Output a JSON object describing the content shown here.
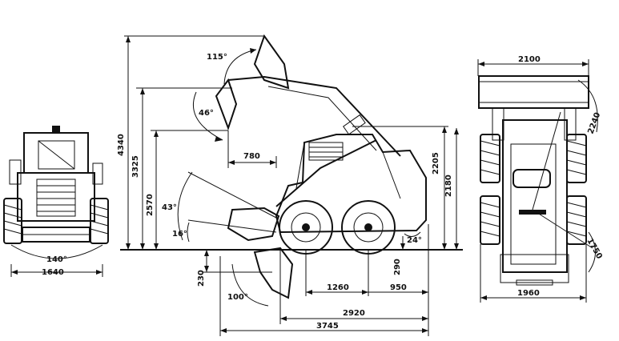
{
  "front_view": {
    "track_angle": "140°",
    "width": "1640"
  },
  "side_view": {
    "angles": {
      "dump_angle": "115°",
      "rollback_raised": "46°",
      "lift_angle": "43°",
      "rollback_ground": "16°",
      "dig_angle": "100°",
      "departure": "24°"
    },
    "heights": {
      "overall_raised": "4340",
      "hinge_pin": "3325",
      "dump_height": "2570",
      "cab_height": "2205",
      "seat_height": "2180",
      "dig_depth": "230",
      "ground_clearance": "290"
    },
    "lengths": {
      "dump_reach": "780",
      "wheelbase": "1260",
      "rear_overhang": "950",
      "length_no_bucket": "2920",
      "length_with_bucket": "3745"
    }
  },
  "top_view": {
    "bucket_width": "2100",
    "radius_front": "2240",
    "radius_rear": "1750",
    "track_width": "1960"
  }
}
